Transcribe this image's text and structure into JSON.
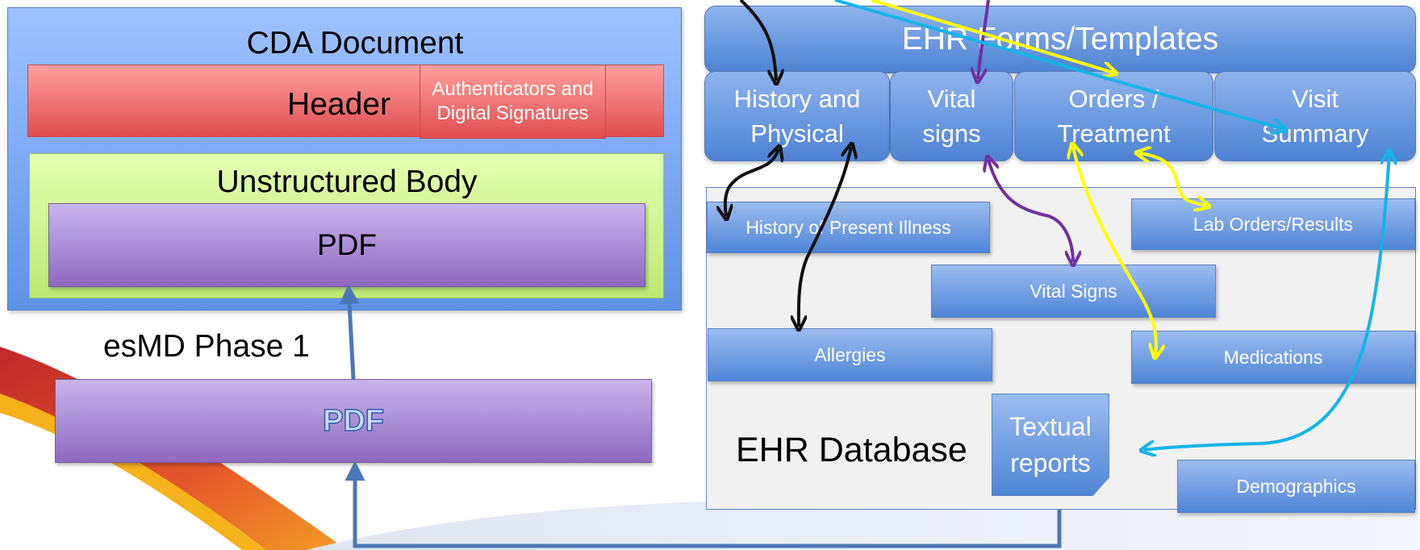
{
  "cda": {
    "title": "CDA Document",
    "header_label": "Header",
    "auth_label": "Authenticators and Digital Signatures",
    "body_label": "Unstructured Body",
    "pdf_label": "PDF"
  },
  "phase_label": "esMD Phase 1",
  "pdf_bottom_label": "PDF",
  "ehr": {
    "forms_title": "EHR Forms/Templates",
    "tabs": [
      "History and Physical",
      "Vital signs",
      "Orders / Treatment",
      "Visit Summary"
    ],
    "database_label": "EHR Database",
    "records": {
      "hpi": "History of Present Illness",
      "lab": "Lab Orders/Results",
      "vital": "Vital Signs",
      "allergies": "Allergies",
      "medications": "Medications",
      "textual": "Textual reports",
      "demographics": "Demographics"
    }
  },
  "colors": {
    "black_arrow": "#111111",
    "purple_arrow": "#7030a0",
    "yellow_arrow": "#ffff00",
    "cyan_arrow": "#14b4e6",
    "flow_arrow": "#4a78b6"
  }
}
